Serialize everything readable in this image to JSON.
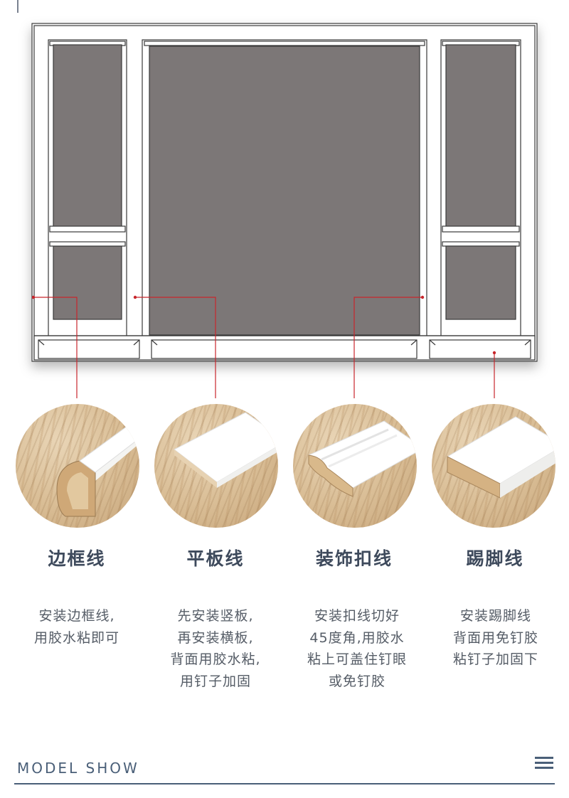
{
  "products": [
    {
      "id": "frame-line",
      "title": "边框线",
      "desc": [
        "安装边框线,",
        "用胶水粘即可"
      ]
    },
    {
      "id": "flat-line",
      "title": "平板线",
      "desc": [
        "先安装竖板,",
        "再安装横板,",
        "背面用胶水粘,",
        "用钉子加固"
      ]
    },
    {
      "id": "decor-line",
      "title": "装饰扣线",
      "desc": [
        "安装扣线切好",
        "45度角,用胶水",
        "粘上可盖住钉眼",
        "或免钉胶"
      ]
    },
    {
      "id": "skirting-line",
      "title": "踢脚线",
      "desc": [
        "安装踢脚线",
        "背面用免钉胶",
        "粘钉子加固下"
      ]
    }
  ],
  "footer": {
    "label": "MODEL SHOW",
    "menu_icon": "hamburger-menu-icon"
  },
  "colors": {
    "panel_gray": "#7c7777",
    "frame_white": "#ffffff",
    "outline": "#3a3a3a",
    "callout_red": "#c8262c",
    "accent_blue": "#4a5f78"
  }
}
